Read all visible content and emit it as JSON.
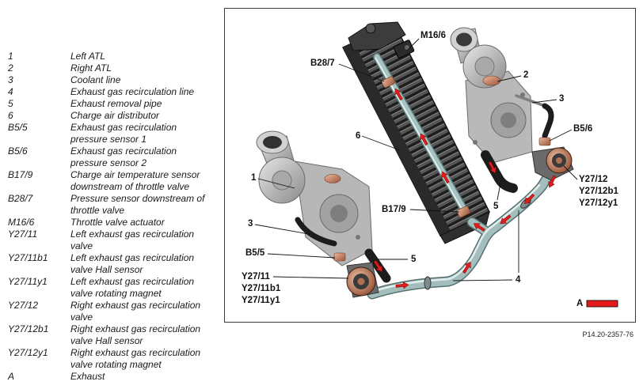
{
  "legend": [
    {
      "code": "1",
      "text": "Left ATL"
    },
    {
      "code": "2",
      "text": "Right ATL"
    },
    {
      "code": "3",
      "text": "Coolant line"
    },
    {
      "code": "4",
      "text": "Exhaust gas recirculation line"
    },
    {
      "code": "5",
      "text": "Exhaust removal pipe"
    },
    {
      "code": "6",
      "text": "Charge air distributor"
    },
    {
      "code": "B5/5",
      "text": "Exhaust gas recirculation pressure sensor 1"
    },
    {
      "code": "B5/6",
      "text": "Exhaust gas recirculation pressure sensor 2"
    },
    {
      "code": "B17/9",
      "text": "Charge air temperature sensor downstream of throttle valve"
    },
    {
      "code": "B28/7",
      "text": "Pressure sensor downstream of throttle valve"
    },
    {
      "code": "M16/6",
      "text": "Throttle valve actuator"
    },
    {
      "code": "Y27/11",
      "text": "Left exhaust gas recirculation valve"
    },
    {
      "code": "Y27/11b1",
      "text": "Left exhaust gas recirculation valve Hall sensor"
    },
    {
      "code": "Y27/11y1",
      "text": "Left exhaust gas recirculation valve rotating magnet"
    },
    {
      "code": "Y27/12",
      "text": "Right exhaust gas recirculation valve"
    },
    {
      "code": "Y27/12b1",
      "text": "Right exhaust gas recirculation valve Hall sensor"
    },
    {
      "code": "Y27/12y1",
      "text": "Right exhaust gas recirculation valve rotating magnet"
    },
    {
      "code": "A",
      "text": "Exhaust"
    }
  ],
  "diagram": {
    "labels": {
      "m16_6": "M16/6",
      "b28_7": "B28/7",
      "right_atl": "2",
      "coolant_line_right": "3",
      "b5_6": "B5/6",
      "charge_air_distributor": "6",
      "left_atl": "1",
      "y27_12": "Y27/12",
      "y27_12b1": "Y27/12b1",
      "y27_12y1": "Y27/12y1",
      "b17_9": "B17/9",
      "exhaust_pipe_right": "5",
      "coolant_line_left": "3",
      "b5_5": "B5/5",
      "exhaust_pipe_left": "5",
      "y27_11": "Y27/11",
      "y27_11b1": "Y27/11b1",
      "y27_11y1": "Y27/11y1",
      "egr_line": "4"
    },
    "key": {
      "letter": "A",
      "color": "#e31b1b"
    }
  },
  "figure_id": "P14.20-2357-76"
}
